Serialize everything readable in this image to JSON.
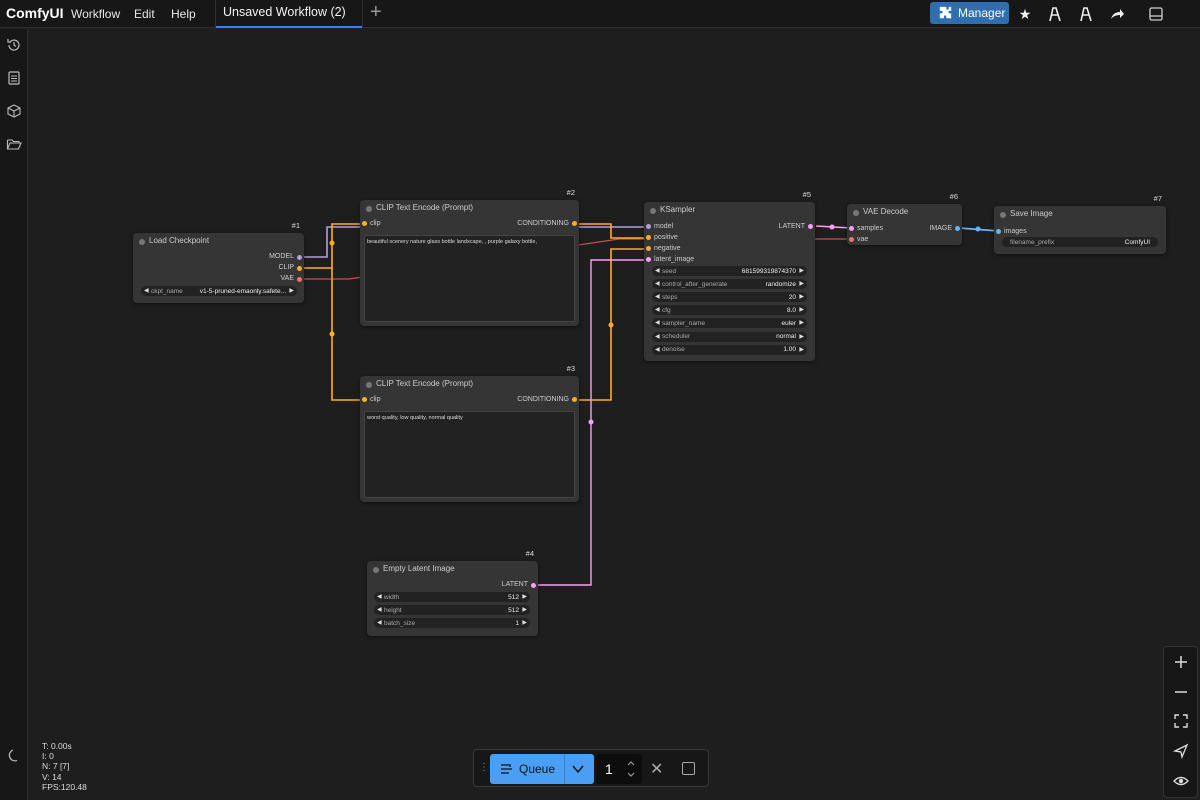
{
  "topbar": {
    "brand": "ComfyUI",
    "menu": [
      "Workflow",
      "Edit",
      "Help"
    ],
    "tab_label": "Unsaved Workflow (2)",
    "manager_label": "Manager"
  },
  "nodes": {
    "load_checkpoint": {
      "id": "#1",
      "title": "Load Checkpoint",
      "outputs": [
        "MODEL",
        "CLIP",
        "VAE"
      ],
      "widget_name": "ckpt_name",
      "widget_value": "v1-5-pruned-emaonly.safete..."
    },
    "clip_pos": {
      "id": "#2",
      "title": "CLIP Text Encode (Prompt)",
      "input": "clip",
      "output": "CONDITIONING",
      "text": "beautiful scenery nature glass bottle landscape, , purple galaxy bottle,"
    },
    "clip_neg": {
      "id": "#3",
      "title": "CLIP Text Encode (Prompt)",
      "input": "clip",
      "output": "CONDITIONING",
      "text": "worst quality, low quality, normal quality"
    },
    "empty_latent": {
      "id": "#4",
      "title": "Empty Latent Image",
      "output": "LATENT",
      "widgets": [
        {
          "name": "width",
          "value": "512"
        },
        {
          "name": "height",
          "value": "512"
        },
        {
          "name": "batch_size",
          "value": "1"
        }
      ]
    },
    "ksampler": {
      "id": "#5",
      "title": "KSampler",
      "inputs": [
        "model",
        "positive",
        "negative",
        "latent_image"
      ],
      "output": "LATENT",
      "widgets": [
        {
          "name": "seed",
          "value": "681599319874370"
        },
        {
          "name": "control_after_generate",
          "value": "randomize"
        },
        {
          "name": "steps",
          "value": "20"
        },
        {
          "name": "cfg",
          "value": "8.0"
        },
        {
          "name": "sampler_name",
          "value": "euler"
        },
        {
          "name": "scheduler",
          "value": "normal"
        },
        {
          "name": "denoise",
          "value": "1.00"
        }
      ]
    },
    "vae_decode": {
      "id": "#6",
      "title": "VAE Decode",
      "inputs": [
        "samples",
        "vae"
      ],
      "output": "IMAGE"
    },
    "save_image": {
      "id": "#7",
      "title": "Save Image",
      "input": "images",
      "widget_name": "filename_prefix",
      "widget_value": "ComfyUI"
    }
  },
  "stats": {
    "t": "T: 0.00s",
    "i": "I: 0",
    "n": "N: 7 [7]",
    "v": "V: 14",
    "fps": "FPS:120.48"
  },
  "queue": {
    "label": "Queue",
    "count": "1"
  },
  "colors": {
    "accent": "#4a9ff5",
    "clip_wire": "#ffb020",
    "model_wire": "#b39ddb",
    "latent_wire": "#ff9cf9",
    "vae_wire": "#ff6e6e",
    "image_wire": "#64b5f6",
    "conditioning_wire": "#ffa931"
  }
}
